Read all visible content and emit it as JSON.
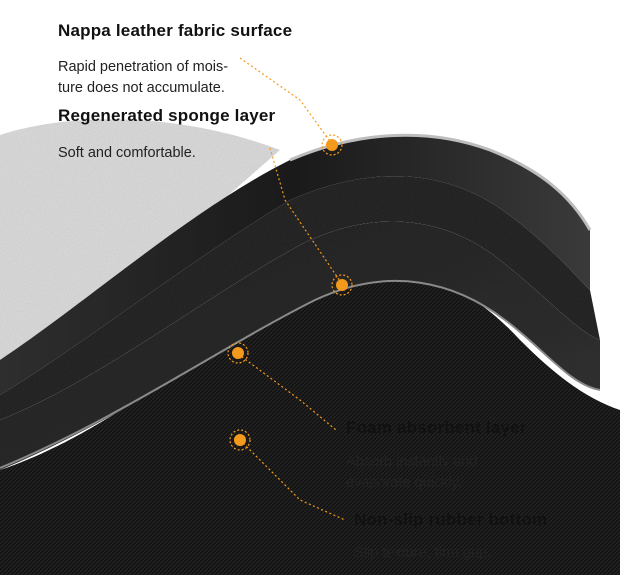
{
  "layers": [
    {
      "title": "Nappa leather fabric surface",
      "desc_lines": [
        "Rapid penetration of mois-",
        "ture does not accumulate."
      ]
    },
    {
      "title": "Regenerated sponge layer",
      "desc_lines": [
        "Soft and comfortable."
      ]
    },
    {
      "title": "Foam absorbent layer",
      "desc_lines": [
        "Absorb instantly and",
        "evaporate quickly."
      ]
    },
    {
      "title": "Non-slip rubber bottom",
      "desc_lines": [
        "Slip texture, firm grip."
      ]
    }
  ],
  "colors": {
    "accent": "#f39a1c",
    "surface": "#1c1c1c",
    "backing": "#d8d8d8",
    "label_text": "#111111"
  }
}
